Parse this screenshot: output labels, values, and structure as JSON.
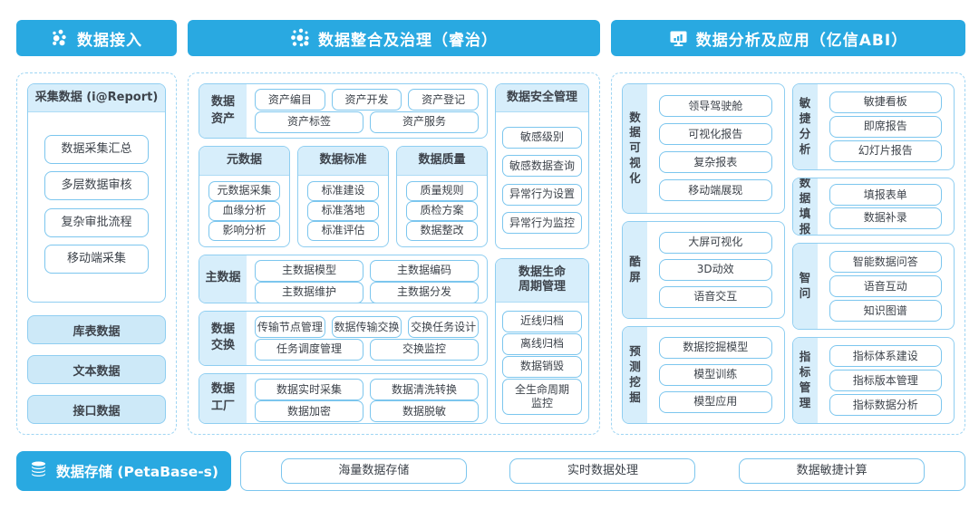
{
  "colors": {
    "primary_blue": "#29a9e1",
    "light_fill": "#d7eefb",
    "source_fill": "#cde9f8",
    "item_border": "#7cc6ee",
    "group_border": "#8fcef1",
    "dashed_border": "#9fd5f3",
    "text": "#3d434b"
  },
  "icons": {
    "access": "nodes-icon",
    "governance": "dots-cluster-icon",
    "analysis": "monitor-chart-icon",
    "storage": "database-icon"
  },
  "top": {
    "access_header": "数据接入",
    "governance_header": "数据整合及治理（睿治）",
    "analysis_header": "数据分析及应用（亿信ABI）"
  },
  "access": {
    "collect": {
      "title": "采集数据 (i@Report)",
      "items": [
        "数据采集汇总",
        "多层数据审核",
        "复杂审批流程",
        "移动端采集"
      ]
    },
    "sources": [
      "库表数据",
      "文本数据",
      "接口数据"
    ]
  },
  "governance": {
    "asset": {
      "label": "数据\n资产",
      "row1": [
        "资产编目",
        "资产开发",
        "资产登记"
      ],
      "row2": [
        "资产标签",
        "资产服务"
      ]
    },
    "meta": {
      "title": "元数据",
      "items": [
        "元数据采集",
        "血缘分析",
        "影响分析"
      ]
    },
    "standard": {
      "title": "数据标准",
      "items": [
        "标准建设",
        "标准落地",
        "标准评估"
      ]
    },
    "quality": {
      "title": "数据质量",
      "items": [
        "质量规则",
        "质检方案",
        "数据整改"
      ]
    },
    "master": {
      "label": "主数据",
      "row1": [
        "主数据模型",
        "主数据编码"
      ],
      "row2": [
        "主数据维护",
        "主数据分发"
      ]
    },
    "exchange": {
      "label": "数据\n交换",
      "row1": [
        "传输节点管理",
        "数据传输交换",
        "交换任务设计"
      ],
      "row2": [
        "任务调度管理",
        "交换监控"
      ]
    },
    "factory": {
      "label": "数据\n工厂",
      "row1": [
        "数据实时采集",
        "数据清洗转换"
      ],
      "row2": [
        "数据加密",
        "数据脱敏"
      ]
    },
    "security": {
      "title": "数据安全管理",
      "items": [
        "敏感级别",
        "敏感数据查询",
        "异常行为设置",
        "异常行为监控"
      ]
    },
    "lifecycle": {
      "title": "数据生命\n周期管理",
      "items": [
        "近线归档",
        "离线归档",
        "数据销毁",
        "全生命周期\n监控"
      ]
    }
  },
  "analysis": {
    "visualization": {
      "label": "数\n据\n可\n视\n化",
      "items": [
        "领导驾驶舱",
        "可视化报告",
        "复杂报表",
        "移动端展现"
      ]
    },
    "coolscreen": {
      "label": "酷\n屏",
      "items": [
        "大屏可视化",
        "3D动效",
        "语音交互"
      ]
    },
    "mining": {
      "label": "预\n测\n挖\n掘",
      "items": [
        "数据挖掘模型",
        "模型训练",
        "模型应用"
      ]
    },
    "agile": {
      "label": "敏\n捷\n分\n析",
      "items": [
        "敏捷看板",
        "即席报告",
        "幻灯片报告"
      ]
    },
    "reporting": {
      "label": "数\n据\n填\n报",
      "items": [
        "填报表单",
        "数据补录"
      ]
    },
    "smart_qa": {
      "label": "智\n问",
      "items": [
        "智能数据问答",
        "语音互动",
        "知识图谱"
      ]
    },
    "metrics": {
      "label": "指\n标\n管\n理",
      "items": [
        "指标体系建设",
        "指标版本管理",
        "指标数据分析"
      ]
    }
  },
  "storage": {
    "header": "数据存储 (PetaBase-s)",
    "items": [
      "海量数据存储",
      "实时数据处理",
      "数据敏捷计算"
    ]
  }
}
